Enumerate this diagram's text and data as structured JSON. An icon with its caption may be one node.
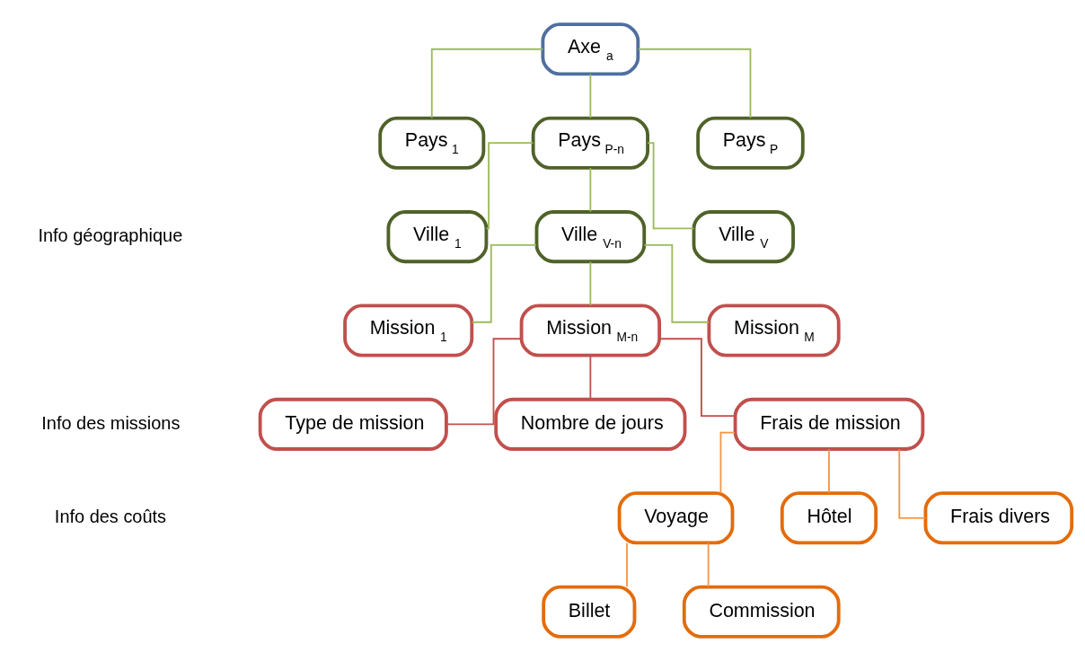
{
  "diagram": {
    "nodes": [
      {
        "text": [
          "Axe $_{a}$"
        ]
      },
      {
        "text": [
          "Pays $_{1}$"
        ]
      },
      {
        "text": [
          "Pays $_{P-n}$"
        ]
      },
      {
        "text": [
          "Pays $_{P}$"
        ]
      },
      {
        "text": [
          "Ville $_{1}$"
        ]
      },
      {
        "text": [
          "Ville $_{V-n}$"
        ]
      },
      {
        "text": [
          "Ville $_{V}$"
        ]
      },
      {
        "text": [
          "Mission $_{1}$"
        ]
      },
      {
        "text": [
          "Mission $_{M-n}$"
        ]
      },
      {
        "text": [
          "Mission $_{M}$"
        ]
      },
      {
        "text": [
          "Type de mission"
        ]
      },
      {
        "text": [
          "Nombre de jours"
        ]
      },
      {
        "text": [
          "Frais de mission"
        ]
      },
      {
        "text": [
          "Voyage"
        ]
      },
      {
        "text": [
          "Hôtel"
        ]
      },
      {
        "text": [
          "Frais divers"
        ]
      },
      {
        "text": [
          "Billet"
        ]
      },
      {
        "text": [
          "Commission"
        ]
      }
    ],
    "edges": [
      {
        "from": 0,
        "to": 1,
        "arrow": "none"
      },
      {
        "from": 0,
        "to": 2,
        "arrow": "none"
      },
      {
        "from": 0,
        "to": 3,
        "arrow": "none"
      },
      {
        "from": 2,
        "to": 4,
        "arrow": "none"
      },
      {
        "from": 2,
        "to": 5,
        "arrow": "none"
      },
      {
        "from": 2,
        "to": 6,
        "arrow": "none"
      },
      {
        "from": 5,
        "to": 7,
        "arrow": "none"
      },
      {
        "from": 5,
        "to": 8,
        "arrow": "none"
      },
      {
        "from": 5,
        "to": 9,
        "arrow": "none"
      },
      {
        "from": 8,
        "to": 10,
        "arrow": "none",
        "color": "#c0504d"
      },
      {
        "from": 8,
        "to": 11,
        "arrow": "none",
        "color": "#c0504d"
      },
      {
        "from": 8,
        "to": 12,
        "arrow": "none",
        "color": "#c0504d"
      },
      {
        "from": 12,
        "to": 13,
        "arrow": "none",
        "color": "#f79646"
      },
      {
        "from": 12,
        "to": 14,
        "arrow": "none",
        "color": "#f79646"
      },
      {
        "from": 12,
        "to": 15,
        "arrow": "none",
        "color": "#f79646"
      },
      {
        "from": 13,
        "to": 16,
        "arrow": "none",
        "color": "#f79646"
      },
      {
        "from": 13,
        "to": 17,
        "arrow": "none",
        "color": "#f79646"
      }
    ],
    "labels": [
      "Info géographique",
      "Info des missions",
      "Info des coûts"
    ]
  }
}
